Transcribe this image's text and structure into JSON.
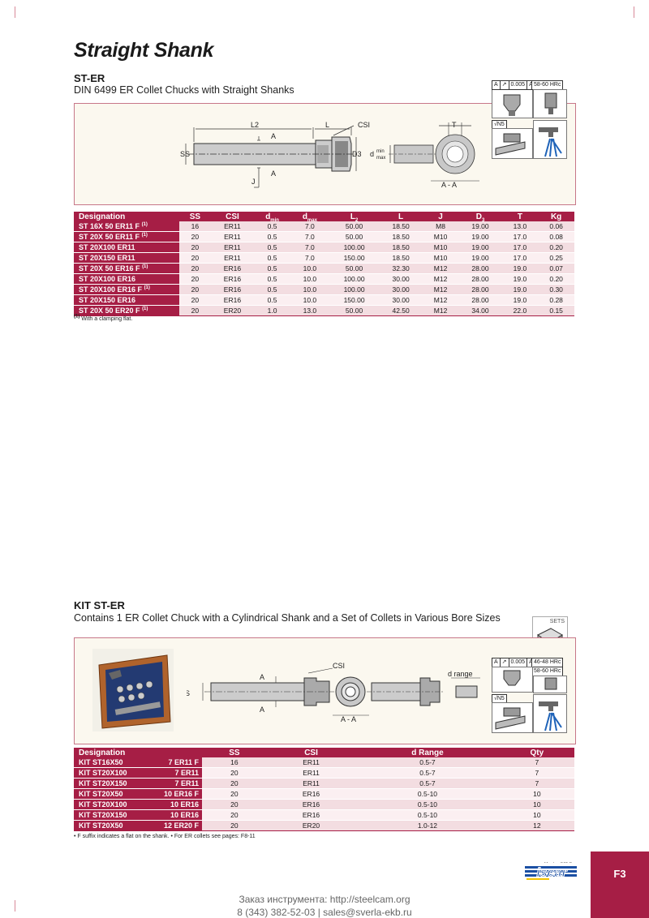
{
  "page": {
    "title": "Straight Shank",
    "page_number": "F3"
  },
  "section1": {
    "code": "ST-ER",
    "description": "DIN 6499 ER Collet Chucks with Straight Shanks",
    "tolerance": [
      "A",
      "↗",
      "0.005",
      "A"
    ],
    "hardness": "58-60 HRc",
    "roughness": "√N5",
    "diagram": {
      "label_ss": "SS",
      "label_l2": "L2",
      "label_l": "L",
      "label_csi": "CSI",
      "label_d3": "D3",
      "label_d": "d",
      "label_min": "min",
      "label_max": "max",
      "label_t": "T",
      "label_a": "A",
      "label_j": "J",
      "label_aa": "A - A"
    },
    "headers": [
      "Designation",
      "SS",
      "CSI",
      "d",
      "d",
      "L",
      "L",
      "J",
      "D",
      "T",
      "Kg"
    ],
    "header_subs": [
      "",
      "",
      "",
      "min",
      "max",
      "2",
      "",
      "",
      "3",
      "",
      ""
    ],
    "rows": [
      {
        "des": "ST 16X 50 ER11 F",
        "sup": "(1)",
        "cells": [
          "16",
          "ER11",
          "0.5",
          "7.0",
          "50.00",
          "18.50",
          "M8",
          "19.00",
          "13.0",
          "0.06"
        ]
      },
      {
        "des": "ST 20X 50 ER11 F",
        "sup": "(1)",
        "cells": [
          "20",
          "ER11",
          "0.5",
          "7.0",
          "50.00",
          "18.50",
          "M10",
          "19.00",
          "17.0",
          "0.08"
        ]
      },
      {
        "des": "ST 20X100 ER11",
        "sup": "",
        "cells": [
          "20",
          "ER11",
          "0.5",
          "7.0",
          "100.00",
          "18.50",
          "M10",
          "19.00",
          "17.0",
          "0.20"
        ]
      },
      {
        "des": "ST 20X150 ER11",
        "sup": "",
        "cells": [
          "20",
          "ER11",
          "0.5",
          "7.0",
          "150.00",
          "18.50",
          "M10",
          "19.00",
          "17.0",
          "0.25"
        ]
      },
      {
        "des": "ST 20X 50 ER16 F",
        "sup": "(1)",
        "cells": [
          "20",
          "ER16",
          "0.5",
          "10.0",
          "50.00",
          "32.30",
          "M12",
          "28.00",
          "19.0",
          "0.07"
        ]
      },
      {
        "des": "ST 20X100 ER16",
        "sup": "",
        "cells": [
          "20",
          "ER16",
          "0.5",
          "10.0",
          "100.00",
          "30.00",
          "M12",
          "28.00",
          "19.0",
          "0.20"
        ]
      },
      {
        "des": "ST 20X100 ER16 F",
        "sup": "(1)",
        "cells": [
          "20",
          "ER16",
          "0.5",
          "10.0",
          "100.00",
          "30.00",
          "M12",
          "28.00",
          "19.0",
          "0.30"
        ]
      },
      {
        "des": "ST 20X150 ER16",
        "sup": "",
        "cells": [
          "20",
          "ER16",
          "0.5",
          "10.0",
          "150.00",
          "30.00",
          "M12",
          "28.00",
          "19.0",
          "0.28"
        ]
      },
      {
        "des": "ST 20X 50 ER20 F",
        "sup": "(1)",
        "cells": [
          "20",
          "ER20",
          "1.0",
          "13.0",
          "50.00",
          "42.50",
          "M12",
          "34.00",
          "22.0",
          "0.15"
        ]
      }
    ],
    "footnote_mark": "(1)",
    "footnote": "With a clamping flat."
  },
  "section2": {
    "code": "KIT ST-ER",
    "description": "Contains 1 ER Collet Chuck with a Cylindrical Shank and a Set of Collets in Various Bore Sizes",
    "sets_label": "SETS",
    "tolerance": [
      "A",
      "↗",
      "0.005",
      "A"
    ],
    "hardness1": "46-48 HRc",
    "hardness2": "58-60 HRc",
    "roughness": "√N5",
    "diagram": {
      "label_csi": "CSI",
      "label_a": "A",
      "label_ss": "SS",
      "label_aa": "A - A",
      "label_drange": "d range"
    },
    "headers": [
      "Designation",
      "SS",
      "CSI",
      "d Range",
      "Qty"
    ],
    "rows": [
      {
        "des": "KIT ST16X50",
        "des2": "7 ER11 F",
        "cells": [
          "16",
          "ER11",
          "0.5-7",
          "7"
        ]
      },
      {
        "des": "KIT ST20X100",
        "des2": "7 ER11",
        "cells": [
          "20",
          "ER11",
          "0.5-7",
          "7"
        ]
      },
      {
        "des": "KIT ST20X150",
        "des2": "7 ER11",
        "cells": [
          "20",
          "ER11",
          "0.5-7",
          "7"
        ]
      },
      {
        "des": "KIT ST20X50",
        "des2": "10 ER16 F",
        "cells": [
          "20",
          "ER16",
          "0.5-10",
          "10"
        ]
      },
      {
        "des": "KIT ST20X100",
        "des2": "10 ER16",
        "cells": [
          "20",
          "ER16",
          "0.5-10",
          "10"
        ]
      },
      {
        "des": "KIT ST20X150",
        "des2": "10 ER16",
        "cells": [
          "20",
          "ER16",
          "0.5-10",
          "10"
        ]
      },
      {
        "des": "KIT ST20X50",
        "des2": "12 ER20 F",
        "cells": [
          "20",
          "ER20",
          "1.0-12",
          "12"
        ]
      }
    ],
    "footnote": "• F suffix indicates a flat on the shank. • For ER collets see pages: F8-11"
  },
  "brand": {
    "logo_text": "iscar",
    "member_text": "Member IMC Group"
  },
  "footer": {
    "line1": "Заказ инструмента: http://steelcam.org",
    "line2": "8 (343) 382-52-03  |  sales@sverla-ekb.ru"
  },
  "colors": {
    "accent": "#a61e45",
    "row_odd": "#f3dde1",
    "row_even": "#fbeff1",
    "diagram_bg": "#fbf8ef"
  }
}
